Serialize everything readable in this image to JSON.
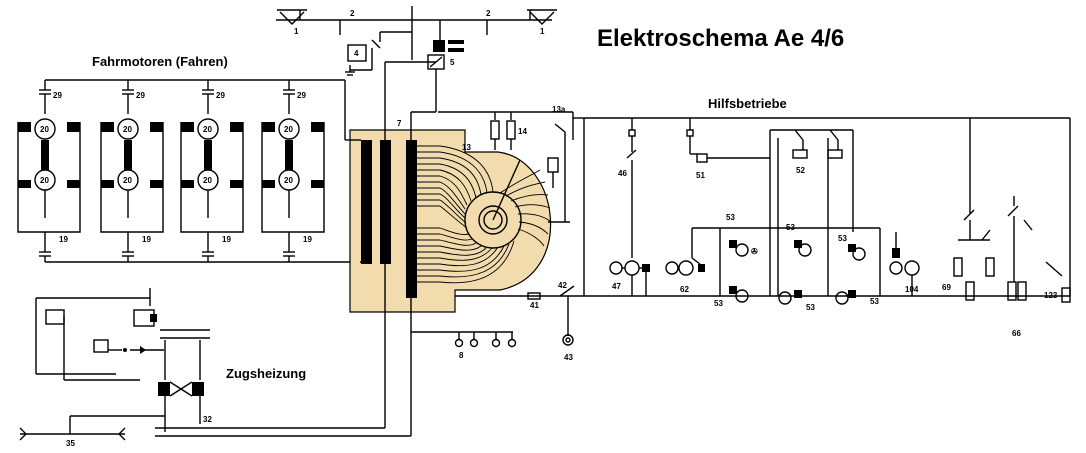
{
  "title": "Elektroschema Ae 4/6",
  "sections": {
    "traction": "Fahrmotoren (Fahren)",
    "auxiliary": "Hilfsbetriebe",
    "heating": "Zugsheizung"
  },
  "motors": {
    "motor_label": "20",
    "capacitor_label": "29",
    "switch_label": "19"
  },
  "labels": {
    "pantograph": "1",
    "roof_line": "2",
    "lightning_arrester": "4",
    "main_switch": "5",
    "transformer": "7",
    "meters": "8",
    "tap_changer": "13",
    "relay_13a": "13a",
    "resistor_14": "14",
    "fuse_41": "41",
    "line_42": "42",
    "lamp_43": "43",
    "switch_46": "46",
    "pump_47": "47",
    "relay_51": "51",
    "relay_52": "52",
    "fan_motor": "53",
    "compressor": "62",
    "charger_66": "66",
    "resistor_69": "69",
    "motor_104": "104",
    "heater_123": "123",
    "heating_32": "32",
    "heating_35": "35"
  },
  "colors": {
    "transformer_fill": "#f2dcae",
    "line": "#000000"
  }
}
